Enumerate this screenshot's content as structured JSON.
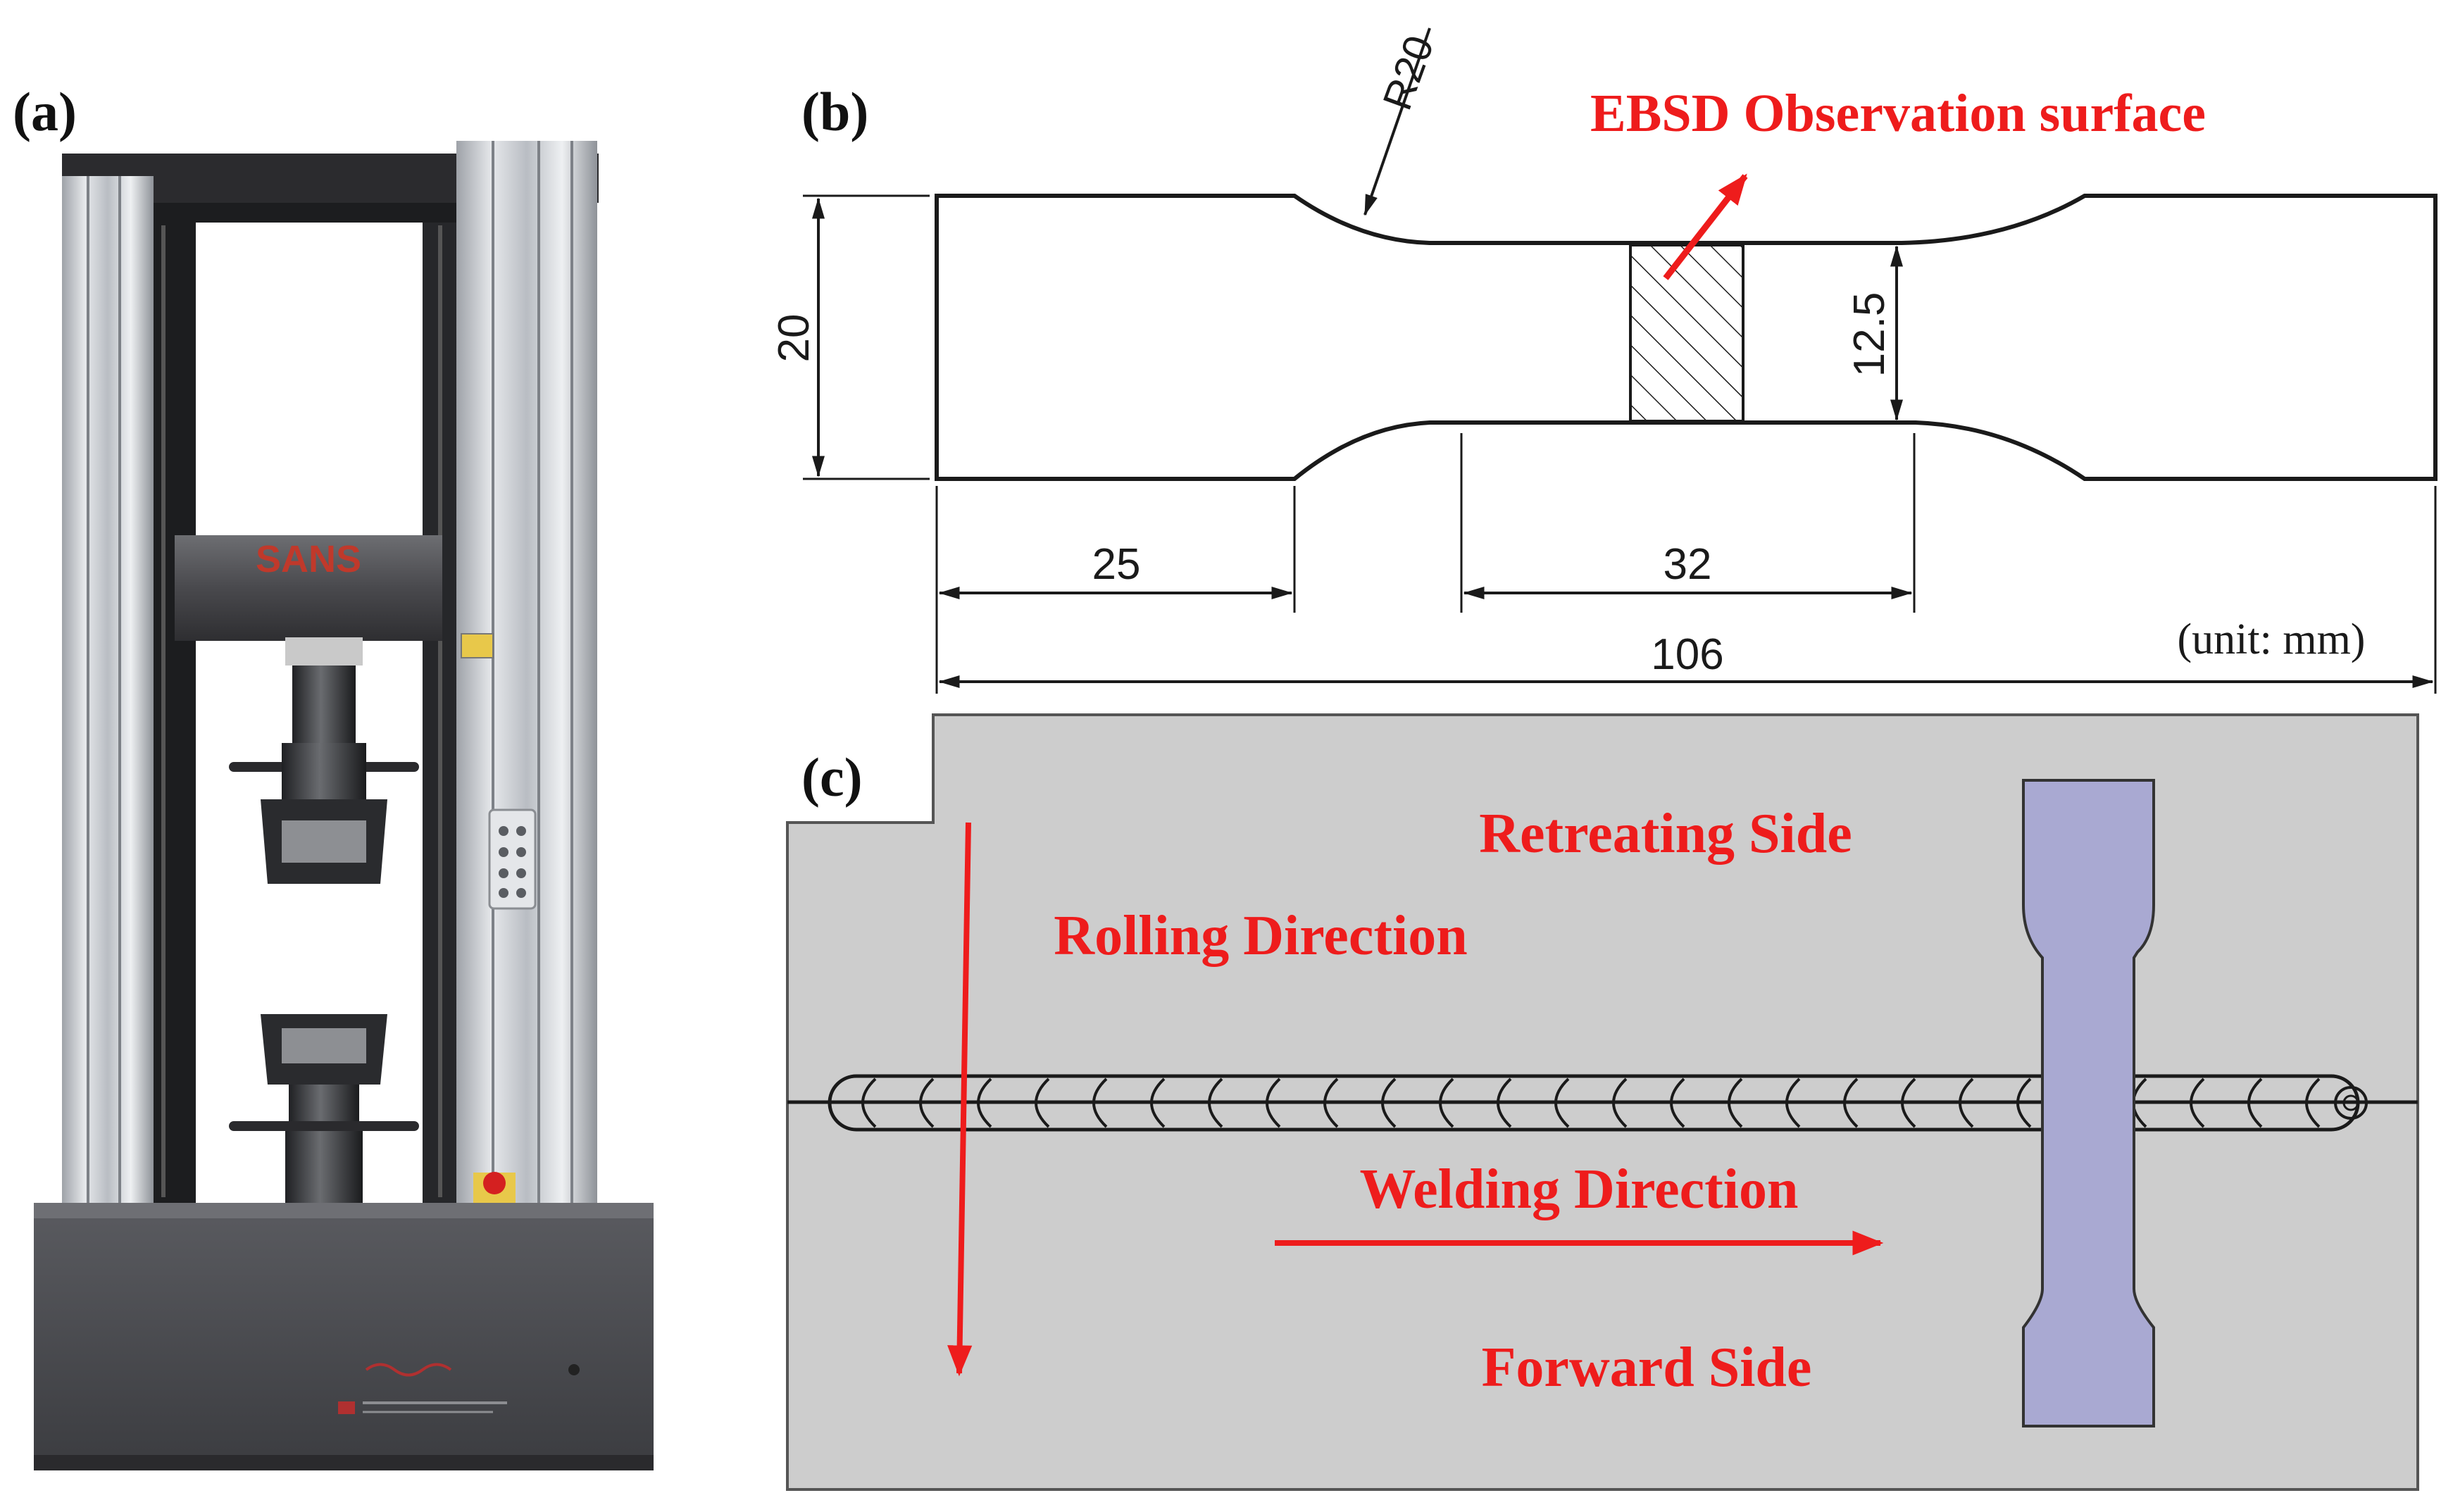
{
  "panels": {
    "a": {
      "label": "(a)",
      "machine_brand": "SANS"
    },
    "b": {
      "label": "(b)",
      "observation_label": "EBSD Observation surface",
      "radius_label": "R20",
      "dim_width": "20",
      "dim_gauge_width": "12.5",
      "dim_grip_length": "25",
      "dim_gauge_length": "32",
      "dim_total_length": "106",
      "unit_note": "(unit: mm)"
    },
    "c": {
      "label": "(c)",
      "retreating_side": "Retreating Side",
      "rolling_direction": "Rolling Direction",
      "welding_direction": "Welding Direction",
      "forward_side": "Forward Side"
    }
  },
  "colors": {
    "annotation_red": "#ee1c1c",
    "plate_gray": "#cdcdcd",
    "specimen_fill": "#a9a9d2",
    "machine_body": "#4a4b4f",
    "column_silver": "#c9ccd1",
    "line_black": "#1a1a1a"
  }
}
